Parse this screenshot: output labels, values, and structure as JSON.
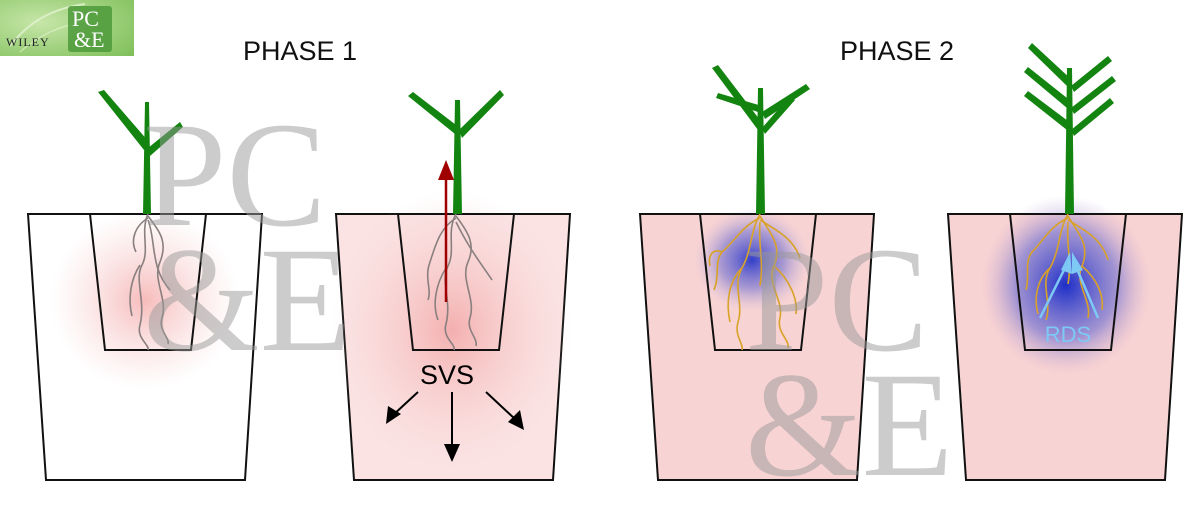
{
  "logo": {
    "publisher": "WILEY",
    "mark_top": "PC",
    "mark_bottom": "&E"
  },
  "phases": [
    {
      "title": "PHASE 1"
    },
    {
      "title": "PHASE 2"
    }
  ],
  "labels": {
    "svs": "SVS",
    "rds": "RDS"
  },
  "watermark": {
    "top": "PC",
    "bottom": "&E"
  },
  "colors": {
    "soil_pink": "#f8d3d3",
    "leaf_green": "#12840f",
    "root_grey": "#8a7f7f",
    "root_gold": "#d9a227",
    "signal_arrow": "#a00000",
    "drying_blue": "#1e2fc8",
    "rds_arrow": "#7ec8f5"
  }
}
